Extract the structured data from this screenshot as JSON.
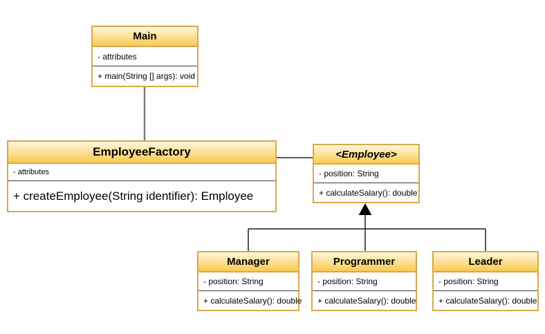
{
  "diagram": {
    "type": "uml-class-diagram",
    "colors": {
      "box_border": "#D7A94B",
      "header_gradient_top": "#FEF6DC",
      "header_gradient_bottom": "#FACB52",
      "association_line": "#7a7a7a",
      "generalization_line": "#1a1a1a",
      "background": "#ffffff"
    }
  },
  "classes": {
    "main": {
      "title": "Main",
      "attributes": "- attributes",
      "methods": "+ main(String [] args): void"
    },
    "employee_factory": {
      "title": "EmployeeFactory",
      "attributes": "- attributes",
      "methods": "+ createEmployee(String identifier): Employee"
    },
    "employee": {
      "title": "<Employee>",
      "stereotype": "interface",
      "attributes": "- position: String",
      "methods": "+ calculateSalary(): double"
    },
    "manager": {
      "title": "Manager",
      "attributes": "- position: String",
      "methods": "+ calculateSalary(): double"
    },
    "programmer": {
      "title": "Programmer",
      "attributes": "- position: String",
      "methods": "+ calculateSalary(): double"
    },
    "leader": {
      "title": "Leader",
      "attributes": "- position: String",
      "methods": "+ calculateSalary(): double"
    }
  },
  "relationships": [
    {
      "from": "Main",
      "to": "EmployeeFactory",
      "type": "association"
    },
    {
      "from": "EmployeeFactory",
      "to": "Employee",
      "type": "association"
    },
    {
      "from": "Manager",
      "to": "Employee",
      "type": "generalization"
    },
    {
      "from": "Programmer",
      "to": "Employee",
      "type": "generalization"
    },
    {
      "from": "Leader",
      "to": "Employee",
      "type": "generalization"
    }
  ]
}
